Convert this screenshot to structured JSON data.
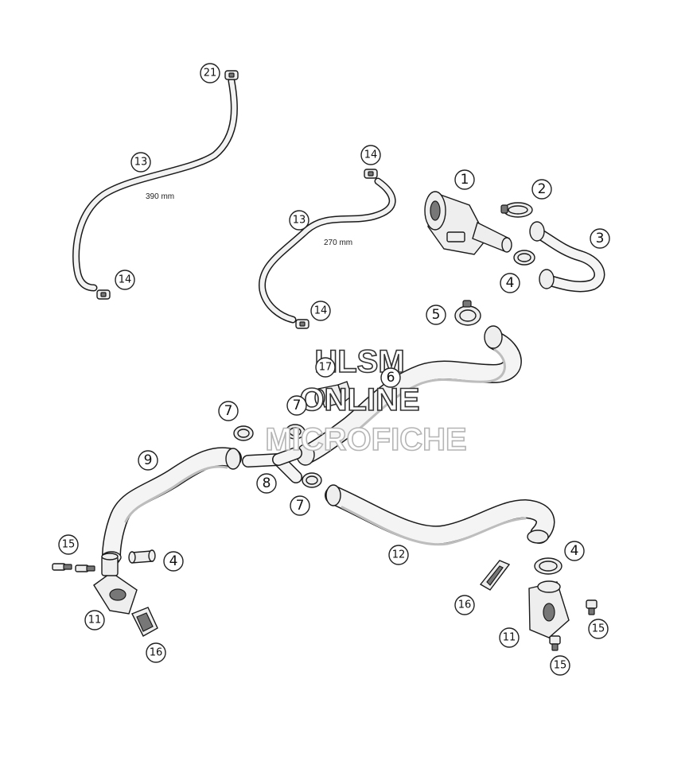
{
  "dimensions": {
    "hose_upper_left": "390 mm",
    "hose_upper_middle": "270 mm"
  },
  "watermark": {
    "line1": "HLSM",
    "line2": "ONLINE",
    "line3": "MICROFICHE"
  },
  "callouts": {
    "c1": "1",
    "c2": "2",
    "c3": "3",
    "c4a": "4",
    "c4b": "4",
    "c4c": "4",
    "c5": "5",
    "c6": "6",
    "c7a": "7",
    "c7b": "7",
    "c7c": "7",
    "c8": "8",
    "c9": "9",
    "c11a": "11",
    "c11b": "11",
    "c12": "12",
    "c13a": "13",
    "c13b": "13",
    "c14a": "14",
    "c14b": "14",
    "c14c": "14",
    "c15a": "15",
    "c15b": "15",
    "c15c": "15",
    "c16a": "16",
    "c16b": "16",
    "c17": "17",
    "c21": "21"
  }
}
